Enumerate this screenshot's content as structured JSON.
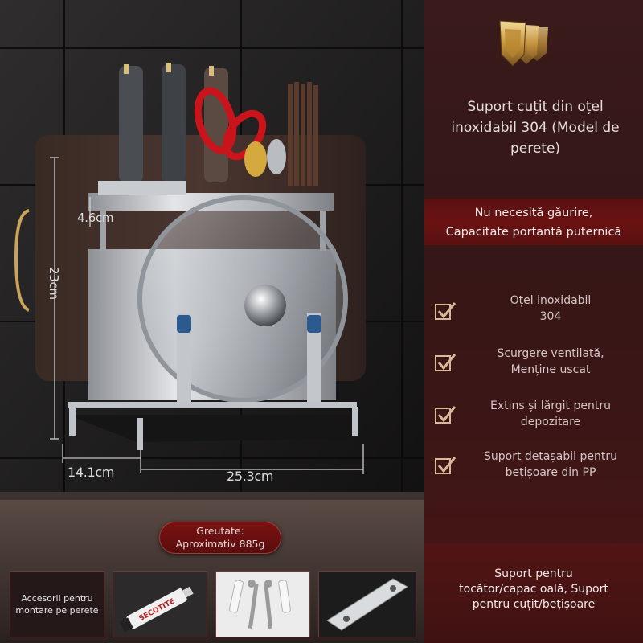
{
  "brand": {
    "logo_icon": "shield-crest-logo-icon"
  },
  "product": {
    "title": "Suport cuțit din oțel inoxidabil 304 (Model de perete)",
    "highlight_line1": "Nu necesită găurire,",
    "highlight_line2": "Capacitate portantă puternică"
  },
  "dimensions": {
    "top": "4.6cm",
    "height": "23cm",
    "depth": "14.1cm",
    "width": "25.3cm"
  },
  "weight": {
    "label": "Greutate:",
    "value": "Aproximativ 885g"
  },
  "features": [
    {
      "line1": "Oțel inoxidabil",
      "line2": "304",
      "icon": "checkmark-box-icon"
    },
    {
      "line1": "Scurgere ventilată,",
      "line2": "Menține uscat",
      "icon": "checkmark-box-icon"
    },
    {
      "line1": "Extins și lărgit pentru",
      "line2": "depozitare",
      "icon": "checkmark-box-icon"
    },
    {
      "line1": "Suport detașabil pentru",
      "line2": "bețișoare din PP",
      "icon": "checkmark-box-icon"
    }
  ],
  "accessories": {
    "label_line1": "Accesorii pentru",
    "label_line2": "montare pe perete",
    "glue_brand": "SECOTITE",
    "items": [
      "glue-tube-image",
      "anchor-screws-image",
      "mounting-plate-image"
    ]
  },
  "bottom_note": {
    "line1": "Suport pentru",
    "line2": "tocător/capac oală, Suport",
    "line3": "pentru cuțit/bețișoare"
  },
  "colors": {
    "panel": "#3a1717",
    "highlight": "#6a1212",
    "check": "#d9b89a",
    "steel": "#c9ccd0"
  }
}
